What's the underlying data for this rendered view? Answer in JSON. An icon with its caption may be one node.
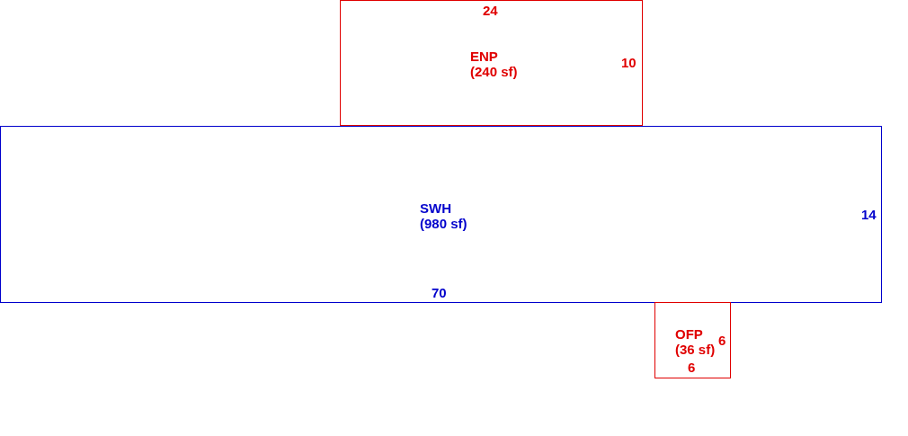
{
  "diagram": {
    "nodes": [
      {
        "text": [
          "ENP",
          "(240 sf)",
          "24",
          "10"
        ]
      },
      {
        "text": [
          "SWH",
          "(980 sf)",
          "14",
          "70"
        ]
      },
      {
        "text": [
          "OFP",
          "(36 sf)",
          "6",
          "6"
        ]
      }
    ]
  }
}
